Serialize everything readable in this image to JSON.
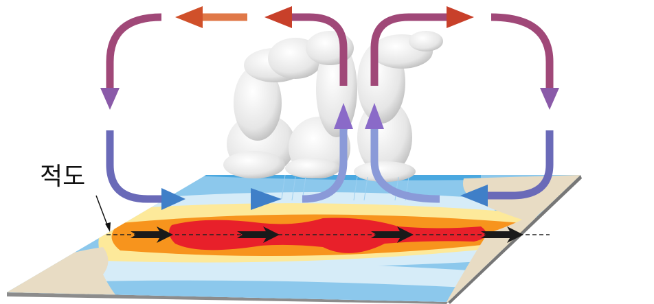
{
  "diagram": {
    "equator_label": "적도",
    "colors": {
      "warm_core": "#e8202a",
      "warm": "#f7941d",
      "mild": "#fde99a",
      "cool_light": "#d6ecf8",
      "cool": "#8cc8ec",
      "cold": "#4aa8e0",
      "land": "#e8dcc4",
      "arrow_top": "#c8402a",
      "arrow_mid": "#8a5aa8",
      "arrow_bottom": "#3f7fc8",
      "wind_arrow": "#1a1a1a"
    },
    "icons": [
      "walker-circulation-arrows",
      "trade-wind-arrows",
      "cloud-icon"
    ]
  }
}
